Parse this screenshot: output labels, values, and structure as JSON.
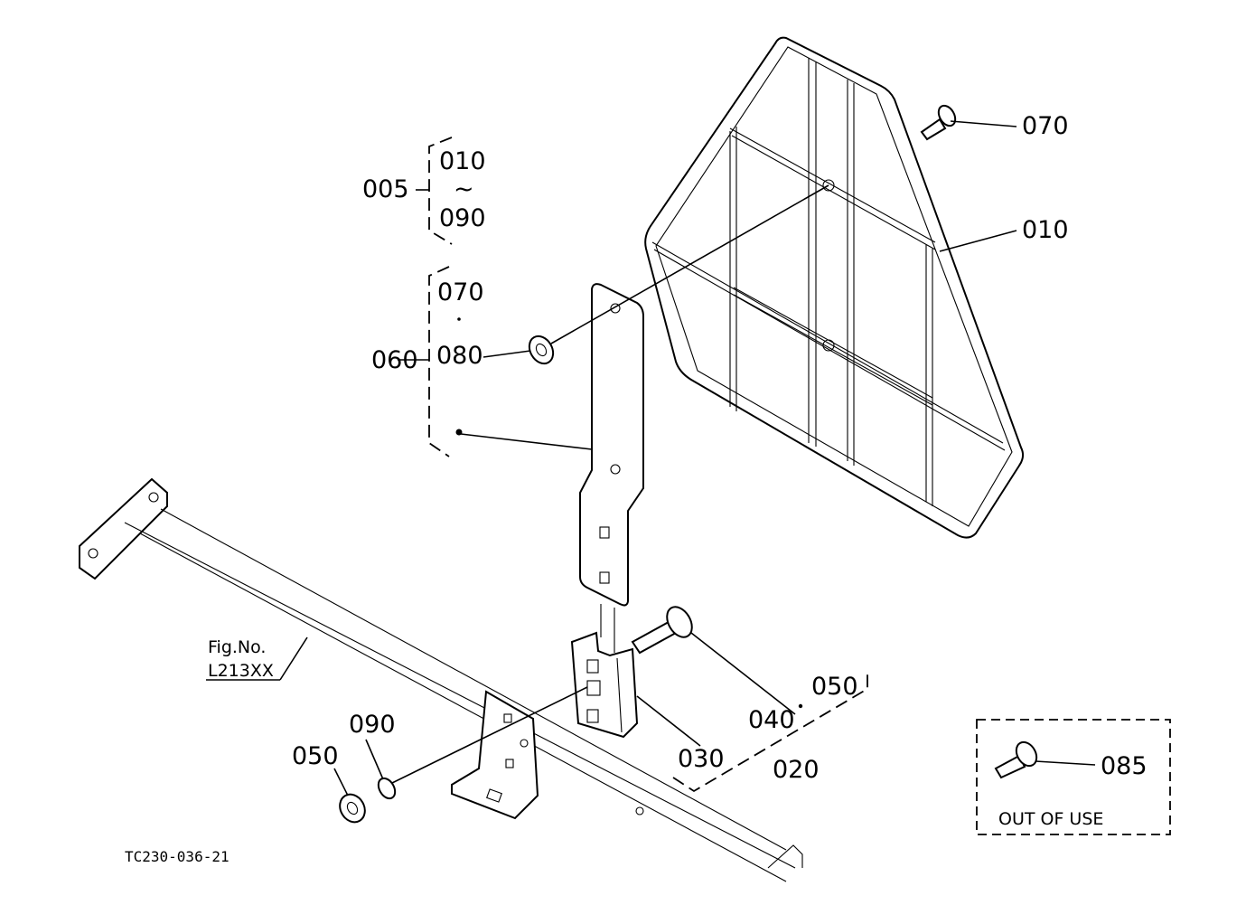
{
  "diagram": {
    "drawing_code": "TC230-036-21",
    "figure_ref": {
      "line1": "Fig.No.",
      "line2": "L213XX"
    },
    "callouts": {
      "p005": "005",
      "p010_top": "010",
      "tilde": "~",
      "p090_top": "090",
      "p070_grp": "070",
      "p060": "060",
      "p080": "080",
      "p070": "070",
      "p010": "010",
      "p040": "040",
      "p050_right": "050",
      "p030": "030",
      "p020": "020",
      "p090": "090",
      "p050_left": "050",
      "p085": "085"
    },
    "out_of_use_box": {
      "label": "OUT OF USE"
    }
  }
}
